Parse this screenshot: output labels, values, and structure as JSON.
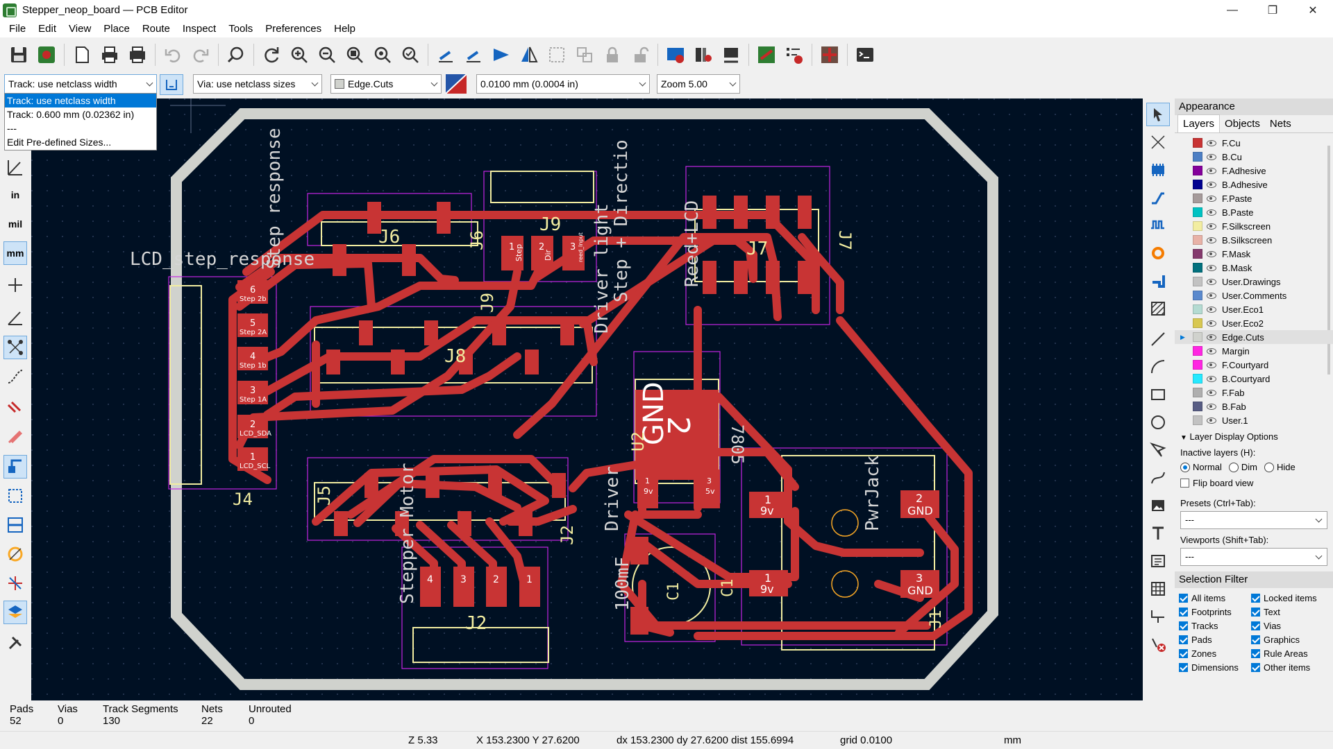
{
  "window": {
    "title": "Stepper_neop_board — PCB Editor",
    "controls": [
      "—",
      "❐",
      "✕"
    ]
  },
  "menu": [
    "File",
    "Edit",
    "View",
    "Place",
    "Route",
    "Inspect",
    "Tools",
    "Preferences",
    "Help"
  ],
  "toolbar2": {
    "track": "Track: use netclass width",
    "via": "Via: use netclass sizes",
    "layer": "Edge.Cuts",
    "grid": "0.0100 mm (0.0004 in)",
    "zoom": "Zoom 5.00"
  },
  "track_dropdown": [
    "Track: use netclass width",
    "Track: 0.600 mm (0.02362 in)",
    "---",
    "Edit Pre-defined Sizes..."
  ],
  "left_toolbar": {
    "labels": [
      "in",
      "mil",
      "mm"
    ]
  },
  "board": {
    "labels": {
      "lcd": "LCD_step_response",
      "j4": "J4",
      "j5": "J5",
      "j6": "J6",
      "j6b": "J6",
      "j7": "J7",
      "j7b": "J7",
      "j8": "J8",
      "j9": "J9",
      "j9b": "J9",
      "j2": "J2",
      "j2b": "J2",
      "j1": "J1",
      "u2": "U2",
      "c1": "C1",
      "c1b": "C1",
      "step_response": "Step response",
      "driver_light": "Driver light",
      "step_dir": "Step + Directio",
      "reed_lcd": "Reed+LCD",
      "stepper_motor": "Stepper Motor",
      "driver": "Driver",
      "cap": "100mF",
      "pwrjack": "PwrJack",
      "reg": "7805",
      "gnd_big": "GND",
      "two_big": "2"
    },
    "pads": {
      "j4": [
        {
          "n": "6",
          "t": "Step 2b"
        },
        {
          "n": "5",
          "t": "Step 2A"
        },
        {
          "n": "4",
          "t": "Step 1b"
        },
        {
          "n": "3",
          "t": "Step 1A"
        },
        {
          "n": "2",
          "t": "LCD_SDA"
        },
        {
          "n": "1",
          "t": "LCD_SCL"
        }
      ],
      "j9": [
        {
          "n": "1",
          "t": "Step"
        },
        {
          "n": "2",
          "t": "Dir"
        },
        {
          "n": "3",
          "t": "reed_Input"
        }
      ],
      "pwr": [
        {
          "n": "1",
          "t": "9v"
        },
        {
          "n": "1",
          "t": "9v"
        },
        {
          "n": "2",
          "t": "GND"
        },
        {
          "n": "3",
          "t": "GND"
        }
      ],
      "j2": [
        {
          "n": "4"
        },
        {
          "n": "3"
        },
        {
          "n": "2"
        },
        {
          "n": "1"
        }
      ],
      "u2": [
        {
          "n": "1",
          "t": "9v"
        },
        {
          "n": "3",
          "t": "5v"
        }
      ]
    }
  },
  "appearance": {
    "title": "Appearance",
    "tabs": [
      "Layers",
      "Objects",
      "Nets"
    ],
    "layers": [
      {
        "name": "F.Cu",
        "color": "#c83434"
      },
      {
        "name": "B.Cu",
        "color": "#4d7fc4"
      },
      {
        "name": "F.Adhesive",
        "color": "#84009b"
      },
      {
        "name": "B.Adhesive",
        "color": "#00008f"
      },
      {
        "name": "F.Paste",
        "color": "#a69b9b"
      },
      {
        "name": "B.Paste",
        "color": "#00c2c2"
      },
      {
        "name": "F.Silkscreen",
        "color": "#f2eda1"
      },
      {
        "name": "B.Silkscreen",
        "color": "#e8b2a7"
      },
      {
        "name": "F.Mask",
        "color": "#843a6d"
      },
      {
        "name": "B.Mask",
        "color": "#02707d"
      },
      {
        "name": "User.Drawings",
        "color": "#c2c2c2"
      },
      {
        "name": "User.Comments",
        "color": "#5a89cd"
      },
      {
        "name": "User.Eco1",
        "color": "#b4dbd2"
      },
      {
        "name": "User.Eco2",
        "color": "#d8c852"
      },
      {
        "name": "Edge.Cuts",
        "color": "#d0d2cd"
      },
      {
        "name": "Margin",
        "color": "#ff26e2"
      },
      {
        "name": "F.Courtyard",
        "color": "#ff26e2"
      },
      {
        "name": "B.Courtyard",
        "color": "#26e9ff"
      },
      {
        "name": "F.Fab",
        "color": "#afafaf"
      },
      {
        "name": "B.Fab",
        "color": "#585d84"
      },
      {
        "name": "User.1",
        "color": "#c2c2c2"
      }
    ],
    "layer_display_options": "Layer Display Options",
    "inactive_layers": "Inactive layers (H):",
    "modes": [
      "Normal",
      "Dim",
      "Hide"
    ],
    "flip": "Flip board view",
    "presets_label": "Presets (Ctrl+Tab):",
    "presets_value": "---",
    "viewports_label": "Viewports (Shift+Tab):",
    "viewports_value": "---"
  },
  "selection_filter": {
    "title": "Selection Filter",
    "items": [
      [
        "All items",
        "Locked items"
      ],
      [
        "Footprints",
        "Text"
      ],
      [
        "Tracks",
        "Vias"
      ],
      [
        "Pads",
        "Graphics"
      ],
      [
        "Zones",
        "Rule Areas"
      ],
      [
        "Dimensions",
        "Other items"
      ]
    ]
  },
  "messages": [
    {
      "label": "Pads",
      "value": "52"
    },
    {
      "label": "Vias",
      "value": "0"
    },
    {
      "label": "Track Segments",
      "value": "130"
    },
    {
      "label": "Nets",
      "value": "22"
    },
    {
      "label": "Unrouted",
      "value": "0"
    }
  ],
  "status": {
    "z": "Z 5.33",
    "xy": "X 153.2300  Y 27.6200",
    "dxy": "dx 153.2300  dy 27.6200  dist 155.6994",
    "grid": "grid 0.0100",
    "unit": "mm"
  }
}
